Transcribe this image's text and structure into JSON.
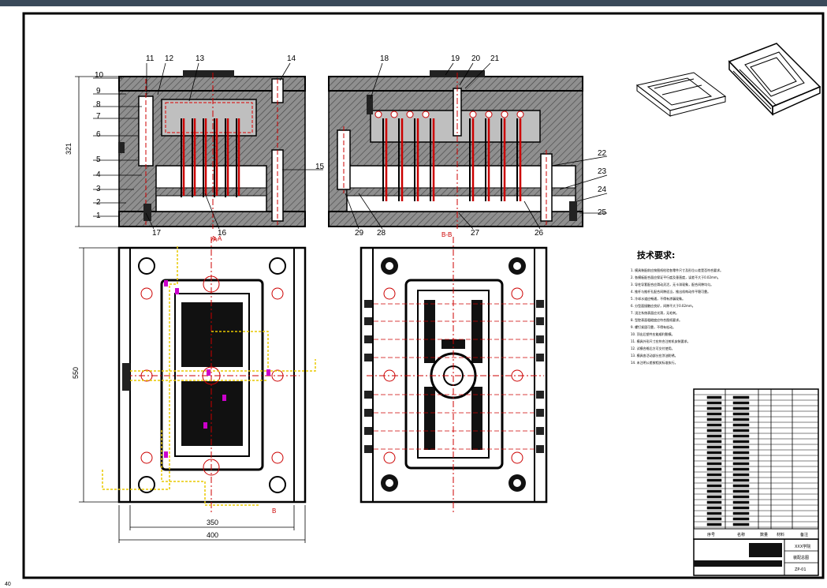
{
  "drawing": {
    "balloons_left": [
      "1",
      "2",
      "3",
      "4",
      "5",
      "6",
      "7",
      "8",
      "9",
      "10",
      "11",
      "12",
      "13",
      "14",
      "15",
      "16",
      "17"
    ],
    "balloons_right": [
      "18",
      "19",
      "20",
      "21",
      "22",
      "23",
      "24",
      "25",
      "26",
      "27",
      "28",
      "29"
    ],
    "dimensions": {
      "height_section": "321",
      "height_plan": "550",
      "width_inner": "350",
      "width_outer": "400"
    },
    "section_marks": {
      "top_left": "A-A",
      "top_right": "B-B",
      "plan_a": "A",
      "plan_b": "B"
    },
    "requirements_title": "技术要求:",
    "requirements": [
      "1. 模具装配前应按图纸检验各零件尺寸及形位公差是否符合要求。",
      "2. 各模板配合面应保证平行度及垂直度，误差不大于0.02mm。",
      "3. 导柱导套配合应滑动灵活，无卡滞现象，配合间隙均匀。",
      "4. 推杆与推杆孔配合间隙适当，推出机构动作平稳可靠。",
      "5. 冷却水道应畅通，不得有渗漏现象。",
      "6. 分型面接触应良好，间隙不大于0.02mm。",
      "7. 浇注系统表面应光滑，无毛刺。",
      "8. 型腔表面粗糙度应符合图纸要求。",
      "9. 螺钉紧固可靠，不得有松动。",
      "10. 顶出后塑件应能顺利脱模。",
      "11. 模具外形尺寸应符合注射机安装要求。",
      "12. 试模合格后方可交付使用。",
      "13. 模具各活动部分应涂油防锈。",
      "14. 未注明公差按相关标准执行。"
    ],
    "title_block": {
      "header": [
        "序号",
        "名称",
        "数量",
        "材料",
        "备注"
      ],
      "school": "XXX学院",
      "title": "装配总图",
      "drawing_no": "ZP-01"
    },
    "status_coord": "40"
  }
}
